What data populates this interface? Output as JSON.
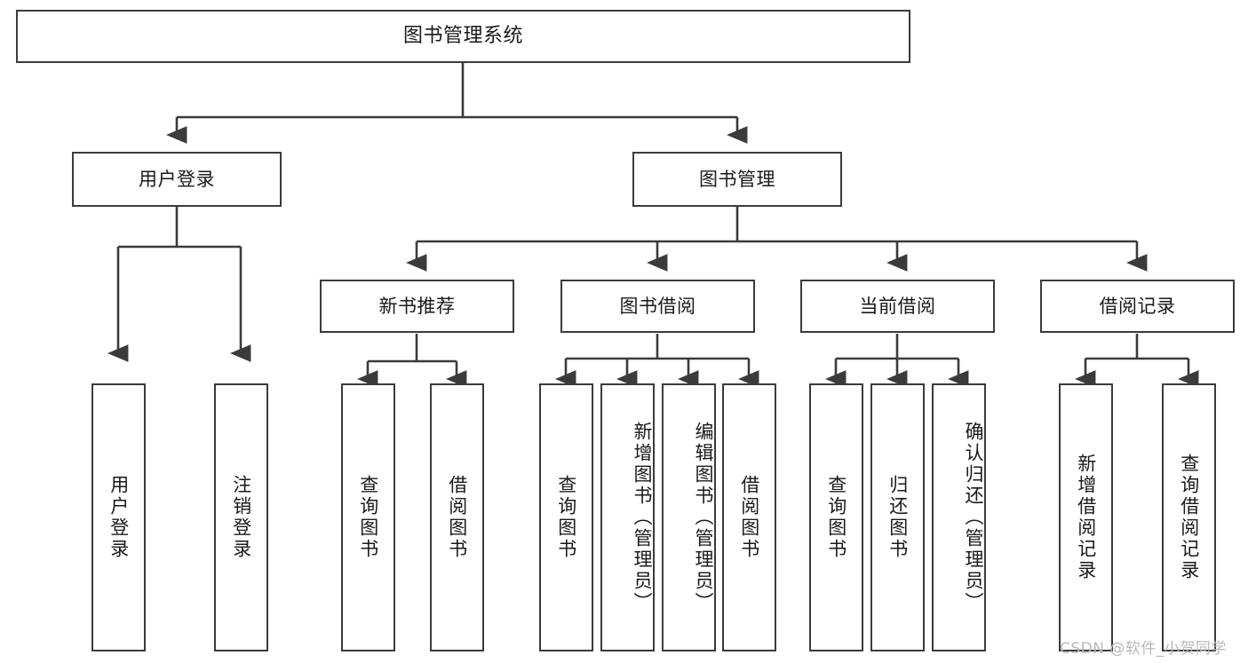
{
  "diagram": {
    "title": "图书管理系统",
    "type": "function-structure-tree",
    "watermark": "CSDN @软件_小贺同学",
    "line_color": "#3b3b3b",
    "text_color": "#1a1a1a",
    "background": "#ffffff",
    "levels": {
      "root": {
        "label": "图书管理系统"
      },
      "level2": [
        {
          "label": "用户登录"
        },
        {
          "label": "图书管理"
        }
      ],
      "level3": [
        {
          "label": "新书推荐"
        },
        {
          "label": "图书借阅"
        },
        {
          "label": "当前借阅"
        },
        {
          "label": "借阅记录"
        }
      ],
      "leaves": {
        "user_login": [
          {
            "label": "用户登录"
          },
          {
            "label": "注销登录"
          }
        ],
        "new_book_recommend": [
          {
            "label": "查询图书"
          },
          {
            "label": "借阅图书"
          }
        ],
        "book_borrow": [
          {
            "label": "查询图书"
          },
          {
            "label": "新增图书（管理员）"
          },
          {
            "label": "编辑图书（管理员）"
          },
          {
            "label": "借阅图书"
          }
        ],
        "current_borrow": [
          {
            "label": "查询图书"
          },
          {
            "label": "归还图书"
          },
          {
            "label": "确认归还（管理员）"
          }
        ],
        "borrow_records": [
          {
            "label": "新增借阅记录"
          },
          {
            "label": "查询借阅记录"
          }
        ]
      }
    }
  }
}
